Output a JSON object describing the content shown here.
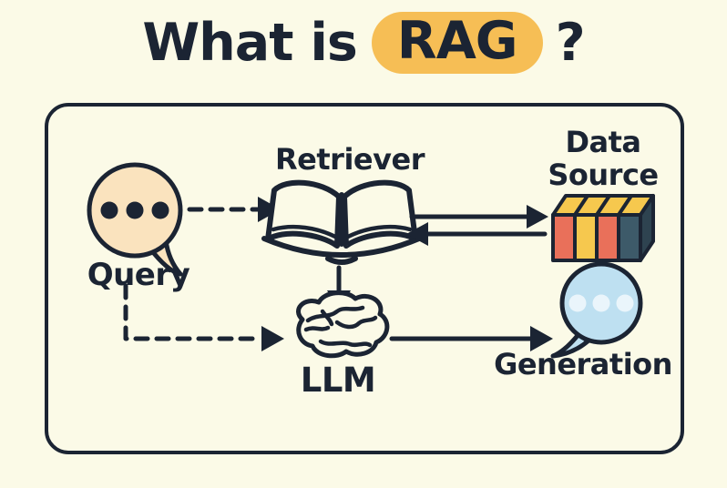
{
  "title": {
    "prefix": "What is",
    "highlight": "RAG",
    "suffix": "?"
  },
  "colors": {
    "background": "#FBFAE7",
    "ink": "#1B2433",
    "highlight_pill": "#F6BE55",
    "query_bubble": "#FAE3BE",
    "generation_bubble": "#BEE0F1",
    "generation_dots": "#EAF5FB",
    "book_coral": "#E9705A",
    "book_yellow": "#F6C84E",
    "book_slate": "#3D5A69",
    "book_side": "#2E4350"
  },
  "diagram": {
    "nodes": {
      "query": {
        "label": "Query",
        "icon": "speech-bubble-dots-icon"
      },
      "retriever": {
        "label": "Retriever",
        "icon": "open-book-icon"
      },
      "data_source": {
        "label_line1": "Data",
        "label_line2": "Source",
        "icon": "book-row-icon"
      },
      "llm": {
        "label": "LLM",
        "icon": "brain-icon"
      },
      "generation": {
        "label": "Generation",
        "icon": "speech-bubble-dots-icon"
      }
    },
    "edges": [
      {
        "from": "query",
        "to": "retriever",
        "style": "dashed",
        "direction": "forward"
      },
      {
        "from": "retriever",
        "to": "data_source",
        "style": "solid",
        "direction": "forward"
      },
      {
        "from": "data_source",
        "to": "retriever",
        "style": "solid",
        "direction": "forward"
      },
      {
        "from": "retriever",
        "to": "llm",
        "style": "solid",
        "direction": "forward"
      },
      {
        "from": "query",
        "to": "llm",
        "style": "dashed",
        "direction": "forward"
      },
      {
        "from": "llm",
        "to": "generation",
        "style": "solid",
        "direction": "forward"
      }
    ]
  }
}
